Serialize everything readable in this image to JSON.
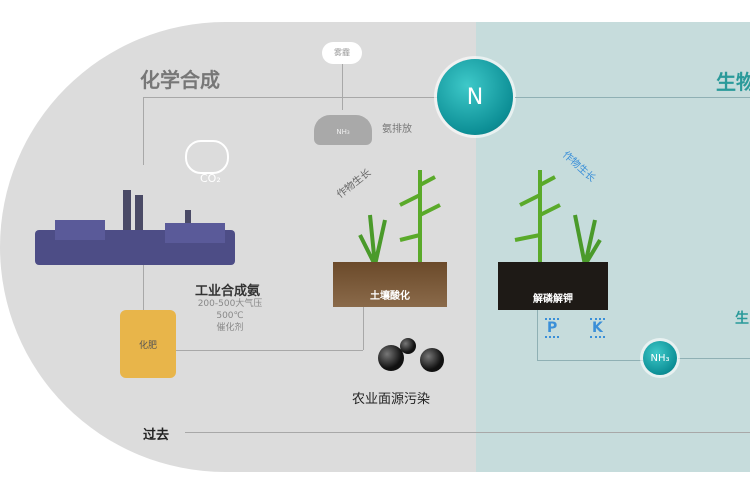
{
  "left_panel": {
    "title": "化学合成",
    "smog_label": "雾霾",
    "ammonia_cloud_label": "NH₃",
    "ammonia_emission": "氨排放",
    "co2_label": "CO₂",
    "crop_growth": "作物生长",
    "industrial_title": "工业合成氨",
    "industrial_lines": [
      "200-500大气压",
      "500℃",
      "催化剂"
    ],
    "fertilizer": "化肥",
    "soil_label": "土壤酸化",
    "pollution": "农业面源污染",
    "timeline_label": "过去"
  },
  "center_node": "N",
  "right_panel": {
    "title": "生物",
    "crop_growth": "作物生长",
    "soil_label": "解磷解钾",
    "p_label": "P",
    "k_label": "K",
    "nh3_node": "NH₃",
    "side_label": "生"
  },
  "colors": {
    "left_bg": "#dcdcdc",
    "right_bg": "#c6dcdc",
    "teal": "#0d8f96",
    "fertilizer": "#e8b54a"
  }
}
